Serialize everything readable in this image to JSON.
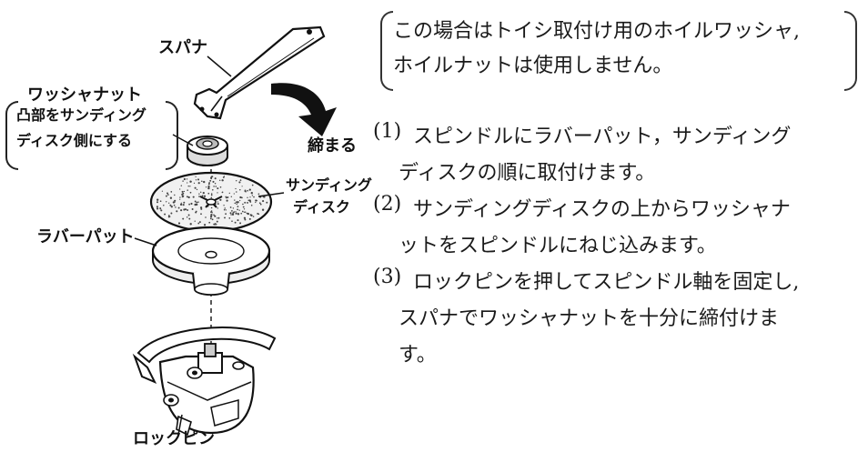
{
  "figure": {
    "labels": {
      "spanner": "スパナ",
      "washer_nut": "ワッシャナット",
      "washer_nut_note_line1": "凸部をサンディング",
      "washer_nut_note_line2": "ディスク側にする",
      "tighten": "締まる",
      "sanding_disc_line1": "サンディング",
      "sanding_disc_line2": "ディスク",
      "rubber_pad": "ラバーパット",
      "lock_pin": "ロックピン"
    }
  },
  "instructions": {
    "note_line1": "この場合はトイシ取付け用のホイルワッシャ,",
    "note_line2": "ホイルナットは使用しません。",
    "steps": [
      {
        "number": "(1)",
        "line1": "スピンドルにラバーパット，サンディング",
        "line2": "ディスクの順に取付けます。",
        "line3": ""
      },
      {
        "number": "(2)",
        "line1": "サンディングディスクの上からワッシャナ",
        "line2": "ットをスピンドルにねじ込みます。",
        "line3": ""
      },
      {
        "number": "(3)",
        "line1": "ロックピンを押してスピンドル軸を固定し,",
        "line2": "スパナでワッシャナットを十分に締付けま",
        "line3": "す。"
      }
    ]
  }
}
